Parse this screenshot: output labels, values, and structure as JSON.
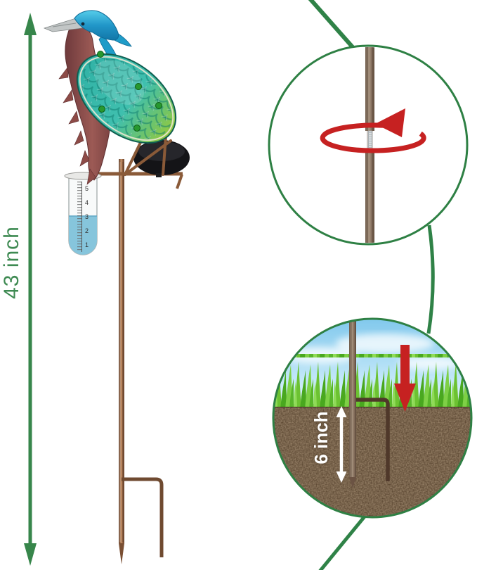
{
  "annotations": {
    "height_label": "43 inch",
    "depth_label": "6 inch"
  },
  "rain_gauge": {
    "scale": [
      "5",
      "4",
      "3",
      "2",
      "1"
    ],
    "water_level": "3"
  },
  "colors": {
    "annotation_green": "#2f8347",
    "label_green": "#3e8a52",
    "arrow_red": "#c62121",
    "copper": "#8a5a38",
    "water_blue": "#86c5dc",
    "depth_label_white": "#ffffff",
    "soil_brown": "#4e3a26",
    "grass_green": "#6cc232",
    "sky_blue": "#9fd9f2"
  },
  "icons": {
    "height_arrow": "vertical-double-arrow",
    "rotate_arrow": "rotate-counterclockwise-arrow",
    "insert_arrow": "down-arrow",
    "depth_arrow": "vertical-double-arrow"
  }
}
